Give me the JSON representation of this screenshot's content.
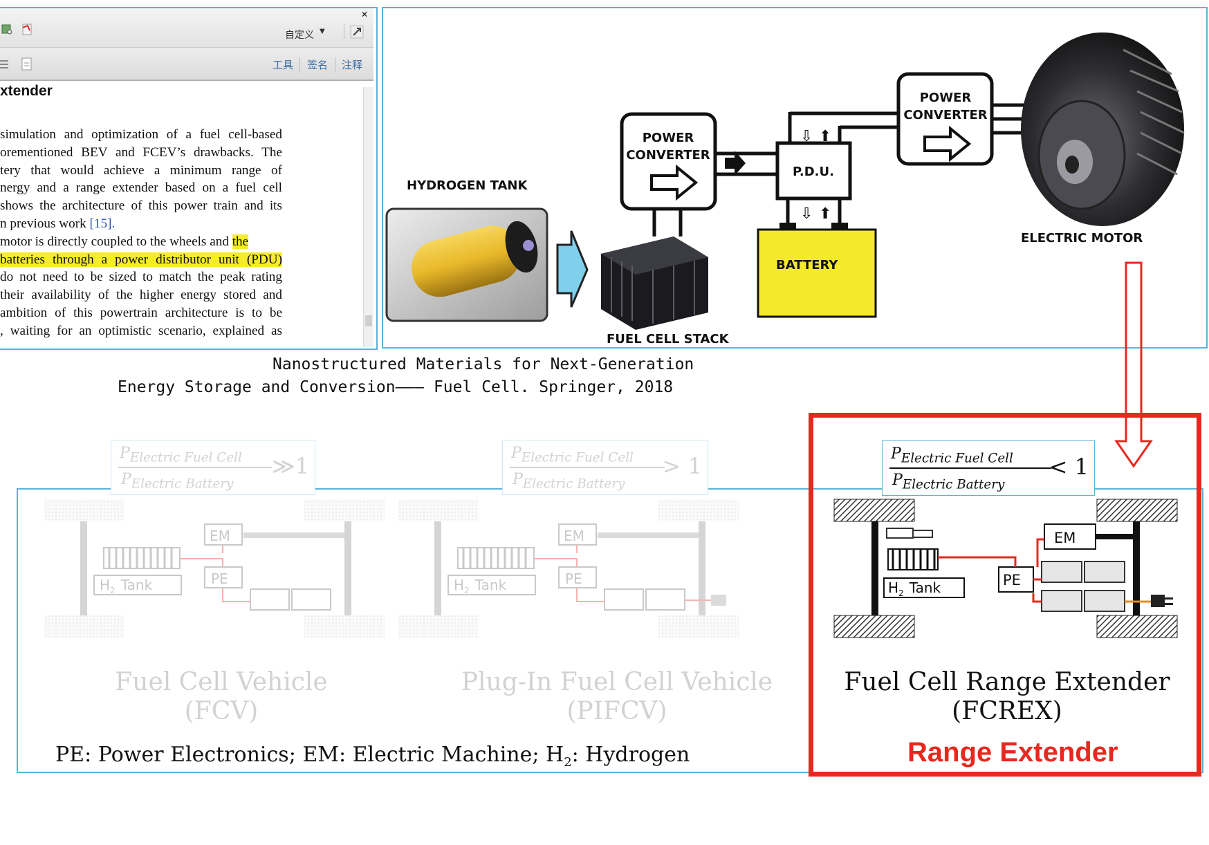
{
  "pdf_viewer": {
    "toolbar": {
      "custom_label": "自定义",
      "tools_tab": "工具",
      "sign_tab": "签名",
      "comment_tab": "注释"
    },
    "heading": "xtender",
    "lines": [
      "simulation and optimization of a fuel cell-based",
      "orementioned BEV and FCEV’s drawbacks. The",
      "tery that would achieve a minimum range of",
      "nergy and a range extender based on a fuel cell",
      "shows the architecture of this power train and its",
      "n previous work ",
      "motor is directly coupled to the wheels and ",
      "batteries through a power distributor unit (PDU)",
      "do not need to be sized to match the peak rating",
      "their availability of the higher energy stored and",
      "ambition of this powertrain architecture is to be",
      ", waiting for an optimistic scenario, explained as"
    ],
    "ref": "[15].",
    "highlight_tail": "the"
  },
  "powertrain": {
    "hydrogen_tank": "HYDROGEN TANK",
    "converter1_line1": "POWER",
    "converter1_line2": "CONVERTER",
    "pdu": "P.D.U.",
    "converter2_line1": "POWER",
    "converter2_line2": "CONVERTER",
    "battery": "BATTERY",
    "fuel_cell_stack": "FUEL CELL STACK",
    "electric_motor": "ELECTRIC MOTOR",
    "colors": {
      "battery_fill": "#f5ea2a",
      "arrow_blue": "#7fd0ea",
      "tank_yellow": "#e8b829"
    }
  },
  "citation": {
    "line1": "Nanostructured Materials for Next-Generation",
    "line2": "Energy Storage and Conversion——— Fuel Cell. Springer, 2018"
  },
  "comparison": {
    "ratio_numerator": "P",
    "ratio_numerator_sub": "Electric Fuel Cell",
    "ratio_denominator": "P",
    "ratio_denominator_sub": "Electric Battery",
    "vehicles": [
      {
        "title_line1": "Fuel Cell Vehicle",
        "title_line2": "(FCV)",
        "ratio_op": "≫1"
      },
      {
        "title_line1": "Plug-In Fuel Cell Vehicle",
        "title_line2": "(PIFCV)",
        "ratio_op": "> 1"
      },
      {
        "title_line1": "Fuel Cell Range Extender",
        "title_line2": "(FCREX)",
        "ratio_op": "< 1"
      }
    ],
    "labels": {
      "em": "EM",
      "pe": "PE",
      "h2": "H",
      "h2_sub": "2",
      "tank": "Tank"
    },
    "legend": "PE: Power Electronics; EM: Electric Machine; H",
    "legend_sub": "2",
    "legend_tail": ": Hydrogen",
    "range_extender": "Range Extender",
    "colors": {
      "highlight_red": "#e8271e",
      "frame_blue": "#5ab4d8"
    }
  }
}
